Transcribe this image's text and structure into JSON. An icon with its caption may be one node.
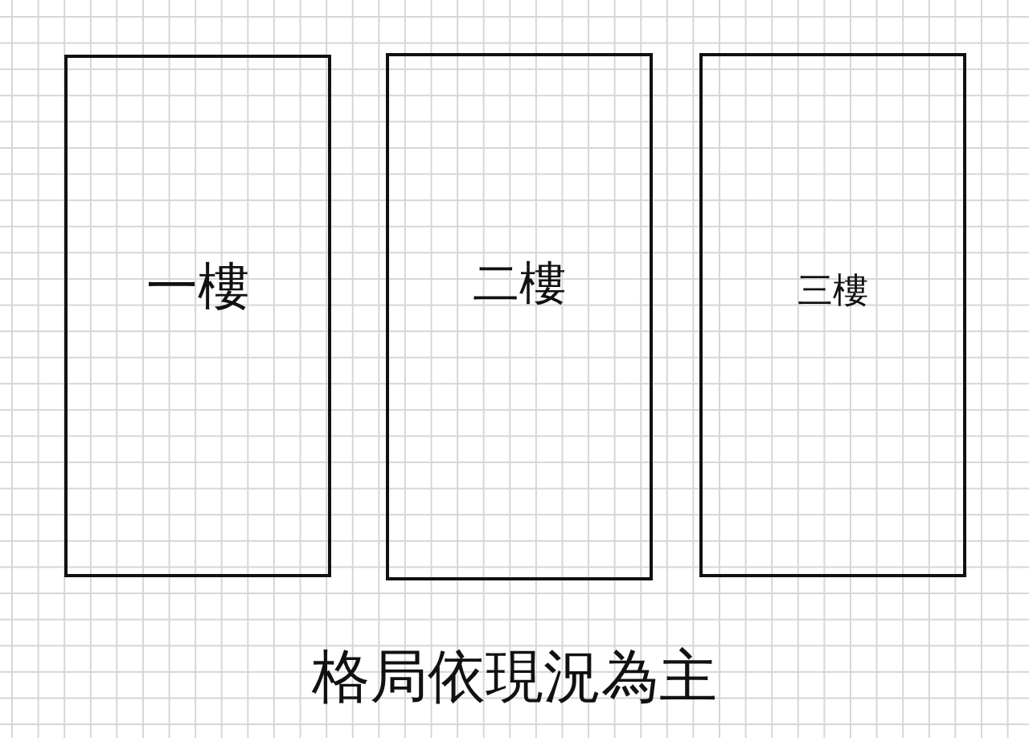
{
  "diagram": {
    "caption": "格局依現況為主",
    "nodes": [
      {
        "text": [
          "一樓"
        ]
      },
      {
        "text": [
          "二樓"
        ]
      },
      {
        "text": [
          "三樓"
        ]
      }
    ]
  }
}
